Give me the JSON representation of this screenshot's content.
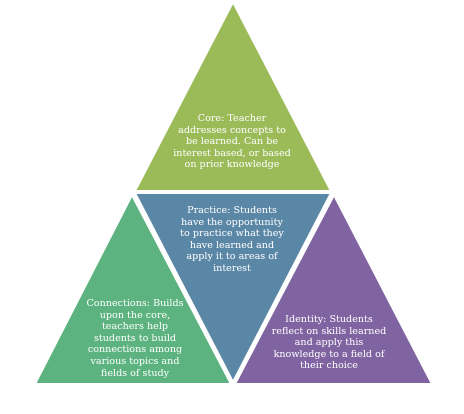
{
  "segments": {
    "core": {
      "text": "Core: Teacher addresses concepts to be learned. Can be interest based, or based on prior knowledge",
      "color": "#9bbb59"
    },
    "practice": {
      "text": "Practice: Students have the opportunity to practice what they have learned and apply it to areas of interest",
      "color": "#5b87a7"
    },
    "connections": {
      "text": "Connections: Builds upon the core, teachers help students to build connections among various topics and fields of study",
      "color": "#5cb37f"
    },
    "identity": {
      "text": "Identity: Students reflect on skills learned and apply this knowledge to a field of their choice",
      "color": "#8064a2"
    }
  }
}
